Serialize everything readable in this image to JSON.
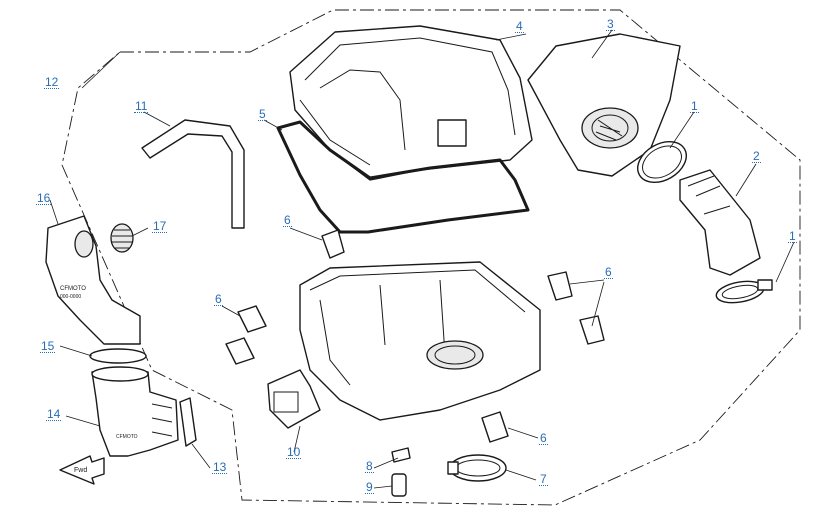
{
  "callouts": {
    "c1a": "1",
    "c1b": "1",
    "c2": "2",
    "c3": "3",
    "c4": "4",
    "c5": "5",
    "c6a": "6",
    "c6b": "6",
    "c6c": "6",
    "c6d": "6",
    "c7": "7",
    "c8": "8",
    "c9": "9",
    "c10": "10",
    "c11": "11",
    "c12": "12",
    "c13": "13",
    "c14": "14",
    "c15": "15",
    "c16": "16",
    "c17": "17"
  },
  "part_text": {
    "intake_brand": "CFMOTO",
    "intake_code": "000-0000",
    "throttle_brand": "CFMOTO",
    "direction_label": "Fwd"
  },
  "colors": {
    "callout": "#2a6db5",
    "line": "#1a1a1a"
  }
}
